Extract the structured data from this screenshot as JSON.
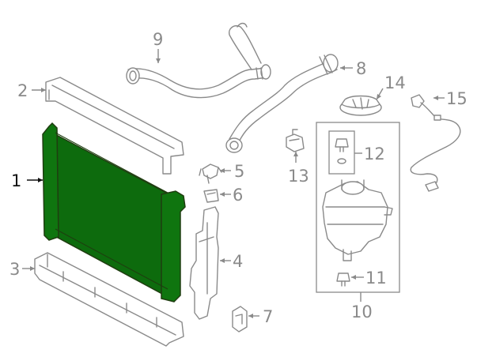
{
  "colors": {
    "line": "#8a8a8a",
    "highlight_fill": "#0d6b0d",
    "highlight_stroke": "#1f3d10",
    "active_callout": "#111111",
    "background": "#ffffff"
  },
  "callouts": [
    {
      "id": "1",
      "label": "1",
      "active": true
    },
    {
      "id": "2",
      "label": "2"
    },
    {
      "id": "3",
      "label": "3"
    },
    {
      "id": "4",
      "label": "4"
    },
    {
      "id": "5",
      "label": "5"
    },
    {
      "id": "6",
      "label": "6"
    },
    {
      "id": "7",
      "label": "7"
    },
    {
      "id": "8",
      "label": "8"
    },
    {
      "id": "9",
      "label": "9"
    },
    {
      "id": "10",
      "label": "10"
    },
    {
      "id": "11",
      "label": "11"
    },
    {
      "id": "12",
      "label": "12"
    },
    {
      "id": "13",
      "label": "13"
    },
    {
      "id": "14",
      "label": "14"
    },
    {
      "id": "15",
      "label": "15"
    }
  ],
  "highlighted_part": "1"
}
